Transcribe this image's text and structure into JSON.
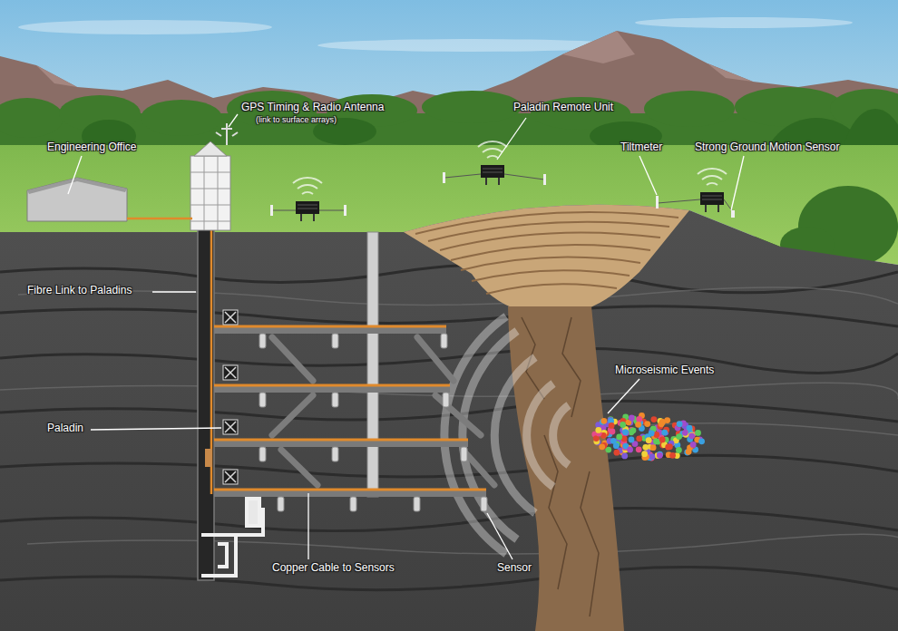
{
  "diagram": {
    "labels": [
      "GPS Timing & Radio Antenna",
      "(link to surface arrays)",
      "Paladin Remote Unit",
      "Engineering Office",
      "Tiltmeter",
      "Strong Ground Motion Sensor",
      "Fibre Link to Paladins",
      "Microseismic Events",
      "Paladin",
      "Copper Cable to Sensors",
      "Sensor"
    ]
  }
}
